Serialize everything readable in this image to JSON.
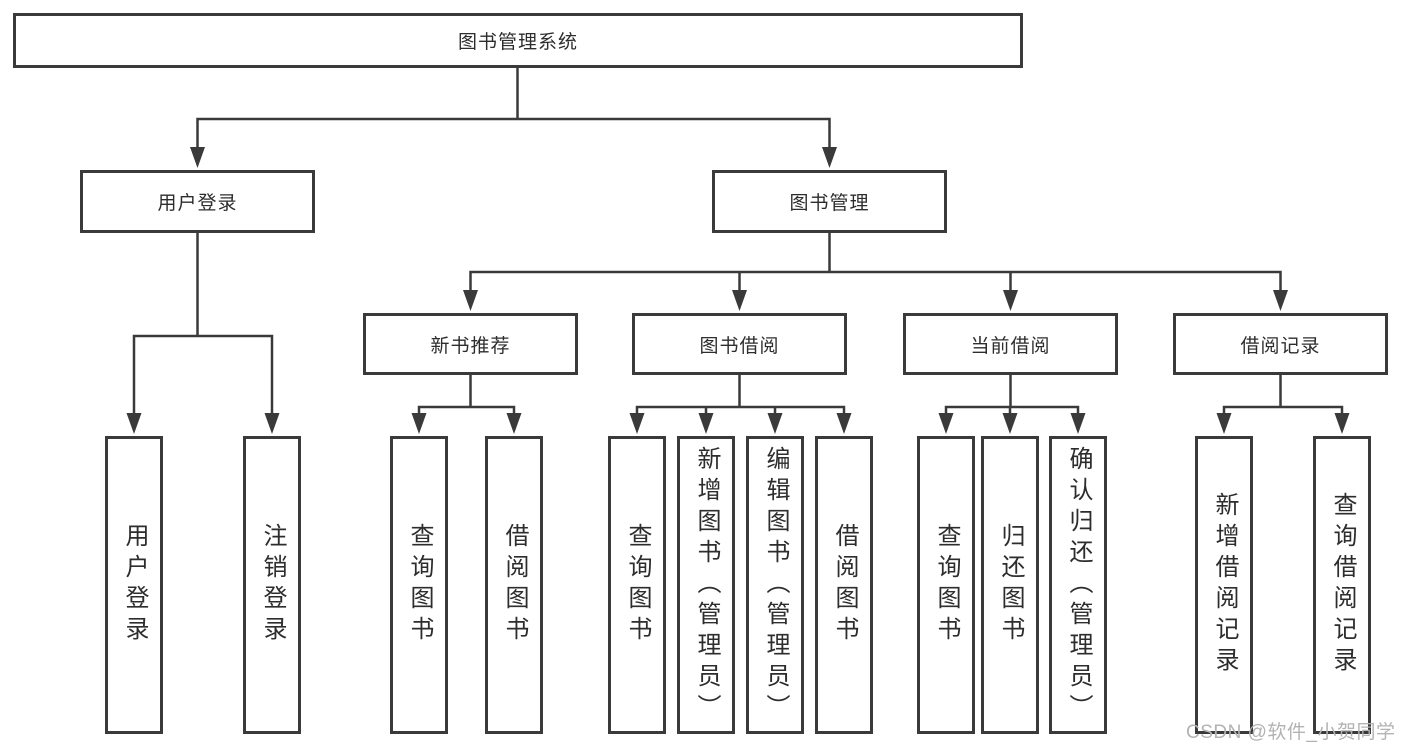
{
  "diagram": {
    "root": {
      "label": "图书管理系统"
    },
    "branches": [
      {
        "label": "用户登录",
        "children": [
          {
            "label": "用户登录"
          },
          {
            "label": "注销登录"
          }
        ]
      },
      {
        "label": "图书管理",
        "children": [
          {
            "label": "新书推荐",
            "children": [
              {
                "label": "查询图书"
              },
              {
                "label": "借阅图书"
              }
            ]
          },
          {
            "label": "图书借阅",
            "children": [
              {
                "label": "查询图书"
              },
              {
                "label": "新增图书（管理员）"
              },
              {
                "label": "编辑图书（管理员）"
              },
              {
                "label": "借阅图书"
              }
            ]
          },
          {
            "label": "当前借阅",
            "children": [
              {
                "label": "查询图书"
              },
              {
                "label": "归还图书"
              },
              {
                "label": "确认归还（管理员）"
              }
            ]
          },
          {
            "label": "借阅记录",
            "children": [
              {
                "label": "新增借阅记录"
              },
              {
                "label": "查询借阅记录"
              }
            ]
          }
        ]
      }
    ]
  },
  "watermark": {
    "text": "CSDN @软件_小贺同学"
  },
  "colors": {
    "line": "#3a3a3a",
    "box_border": "#3a3a3a",
    "box_fill": "#ffffff",
    "text": "#2d2d2d",
    "watermark": "#b3b3b6",
    "background": "#ffffff"
  }
}
